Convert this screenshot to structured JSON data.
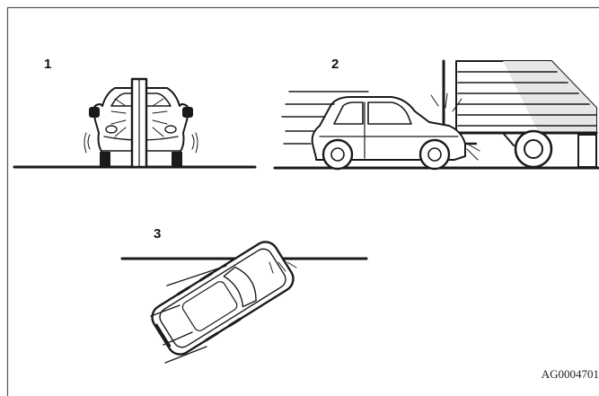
{
  "figure": {
    "panels": [
      {
        "number": "1",
        "scene": "narrow-object-impact"
      },
      {
        "number": "2",
        "scene": "under-truck-rear-impact"
      },
      {
        "number": "3",
        "scene": "angled-impact"
      }
    ],
    "figure_code": "AG0004701",
    "colors": {
      "line": "#1a1a1a",
      "frame": "#555555",
      "background": "#ffffff",
      "trailer_shade": "#e6e6e6"
    }
  }
}
